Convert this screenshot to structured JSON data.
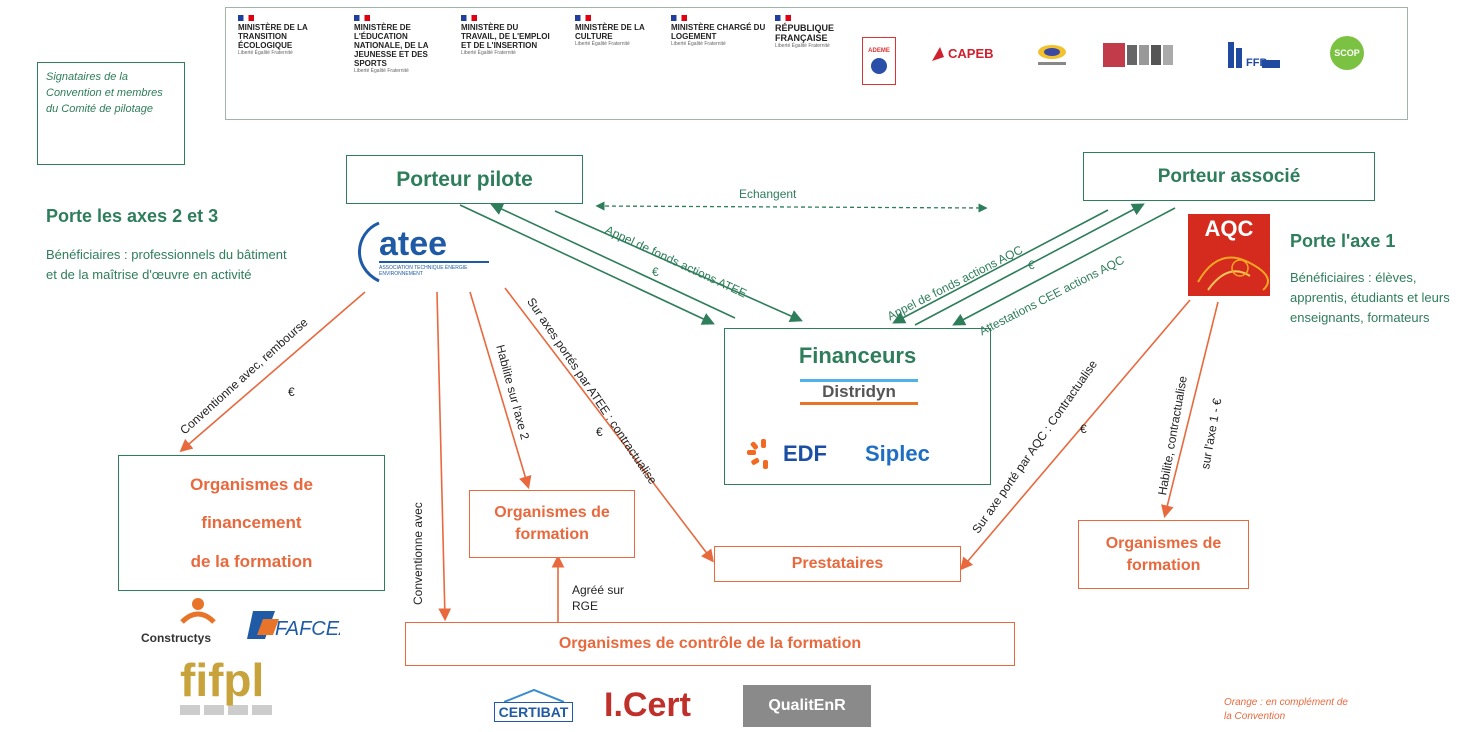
{
  "legend_signataires": "Signataires de la Convention et membres du Comité de pilotage",
  "ministries": [
    {
      "name": "MINISTÈRE DE LA TRANSITION ÉCOLOGIQUE"
    },
    {
      "name": "MINISTÈRE DE L'ÉDUCATION NATIONALE, DE LA JEUNESSE ET DES SPORTS"
    },
    {
      "name": "MINISTÈRE DU TRAVAIL, DE L'EMPLOI ET DE L'INSERTION"
    },
    {
      "name": "MINISTÈRE DE LA CULTURE"
    },
    {
      "name": "MINISTÈRE CHARGÉ DU LOGEMENT"
    },
    {
      "name": "RÉPUBLIQUE FRANÇAISE"
    }
  ],
  "motto": "Liberté Égalité Fraternité",
  "partner_logos": {
    "ademe": "ADEME",
    "capeb": "CAPEB",
    "scop": "SCOP",
    "ffb": "FFB"
  },
  "porteur_pilote": "Porteur pilote",
  "porteur_associe": "Porteur associé",
  "echangent": "Echangent",
  "porte_axes_23": "Porte les axes 2 et 3",
  "benef_left": "Bénéficiaires : professionnels du bâtiment et de la maîtrise d'œuvre en activité",
  "porte_axe_1": "Porte l'axe 1",
  "benef_right": "Bénéficiaires : élèves, apprentis, étudiants et leurs enseignants, formateurs",
  "atee_logo": "atee",
  "atee_sub": "ASSOCIATION TECHNIQUE ÉNERGIE ENVIRONNEMENT",
  "aqc_logo": "AQC",
  "financeurs": "Financeurs",
  "distridyn": "Distridyn",
  "edf": "EDF",
  "siplec": "Siplec",
  "labels": {
    "appel_atee": "Appel de fonds actions ATEE",
    "euro": "€",
    "appel_aqc": "Appel de fonds actions AQC",
    "attestations": "Attestations CEE actions AQC",
    "conventionne_rembourse": "Conventionne avec, rembourse",
    "habilite_axe2": "Habilite sur l'axe 2",
    "sur_axes_atee": "Sur axes portés par ATEE : contractualise",
    "conventionne_avec": "Conventionne avec",
    "sur_axe_aqc": "Sur axe porté par AQC : Contractualise",
    "habilite_contractualise": "Habilite, contractualise",
    "sur_axe1": "sur l'axe 1 - €",
    "agree": "Agréé sur RGE"
  },
  "org_financement": [
    "Organismes de",
    "financement",
    "de la formation"
  ],
  "org_formation": "Organismes de formation",
  "prestataires": "Prestataires",
  "org_formation_right": "Organismes de formation",
  "org_controle": "Organismes de contrôle de la formation",
  "bottom_logos": {
    "constructys": "Constructys",
    "fafcea": "FAFCEA",
    "fifpl": "fifpl",
    "certibat": "CERTIBAT",
    "icert": "I.Cert",
    "qualitenr": "QualitEnR"
  },
  "orange_note": "Orange : en complément de la Convention",
  "colors": {
    "green": "#2e7d5b",
    "orange": "#e8693e"
  }
}
